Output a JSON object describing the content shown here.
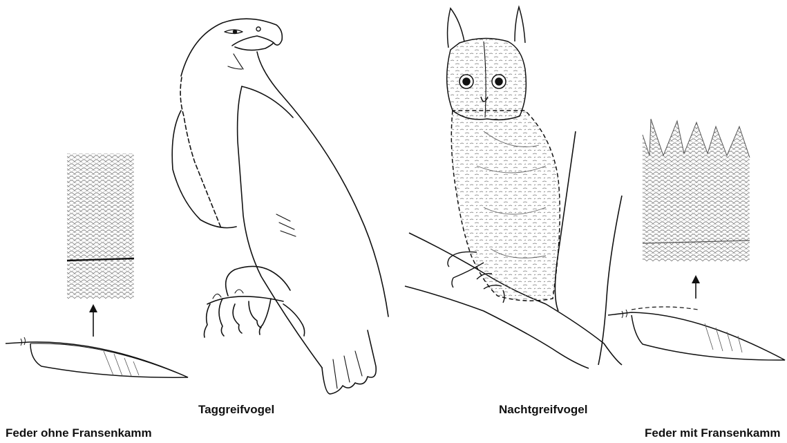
{
  "captions": {
    "diurnal": "Taggreifvogel",
    "nocturnal": "Nachtgreifvogel",
    "feather_without_comb": "Feder ohne Fransenkamm",
    "feather_with_comb": "Feder mit Fransenkamm"
  },
  "colors": {
    "background": "#ffffff",
    "ink": "#111111",
    "pencil": "#555555"
  },
  "icons": {
    "arrow": "arrow-up-icon"
  }
}
